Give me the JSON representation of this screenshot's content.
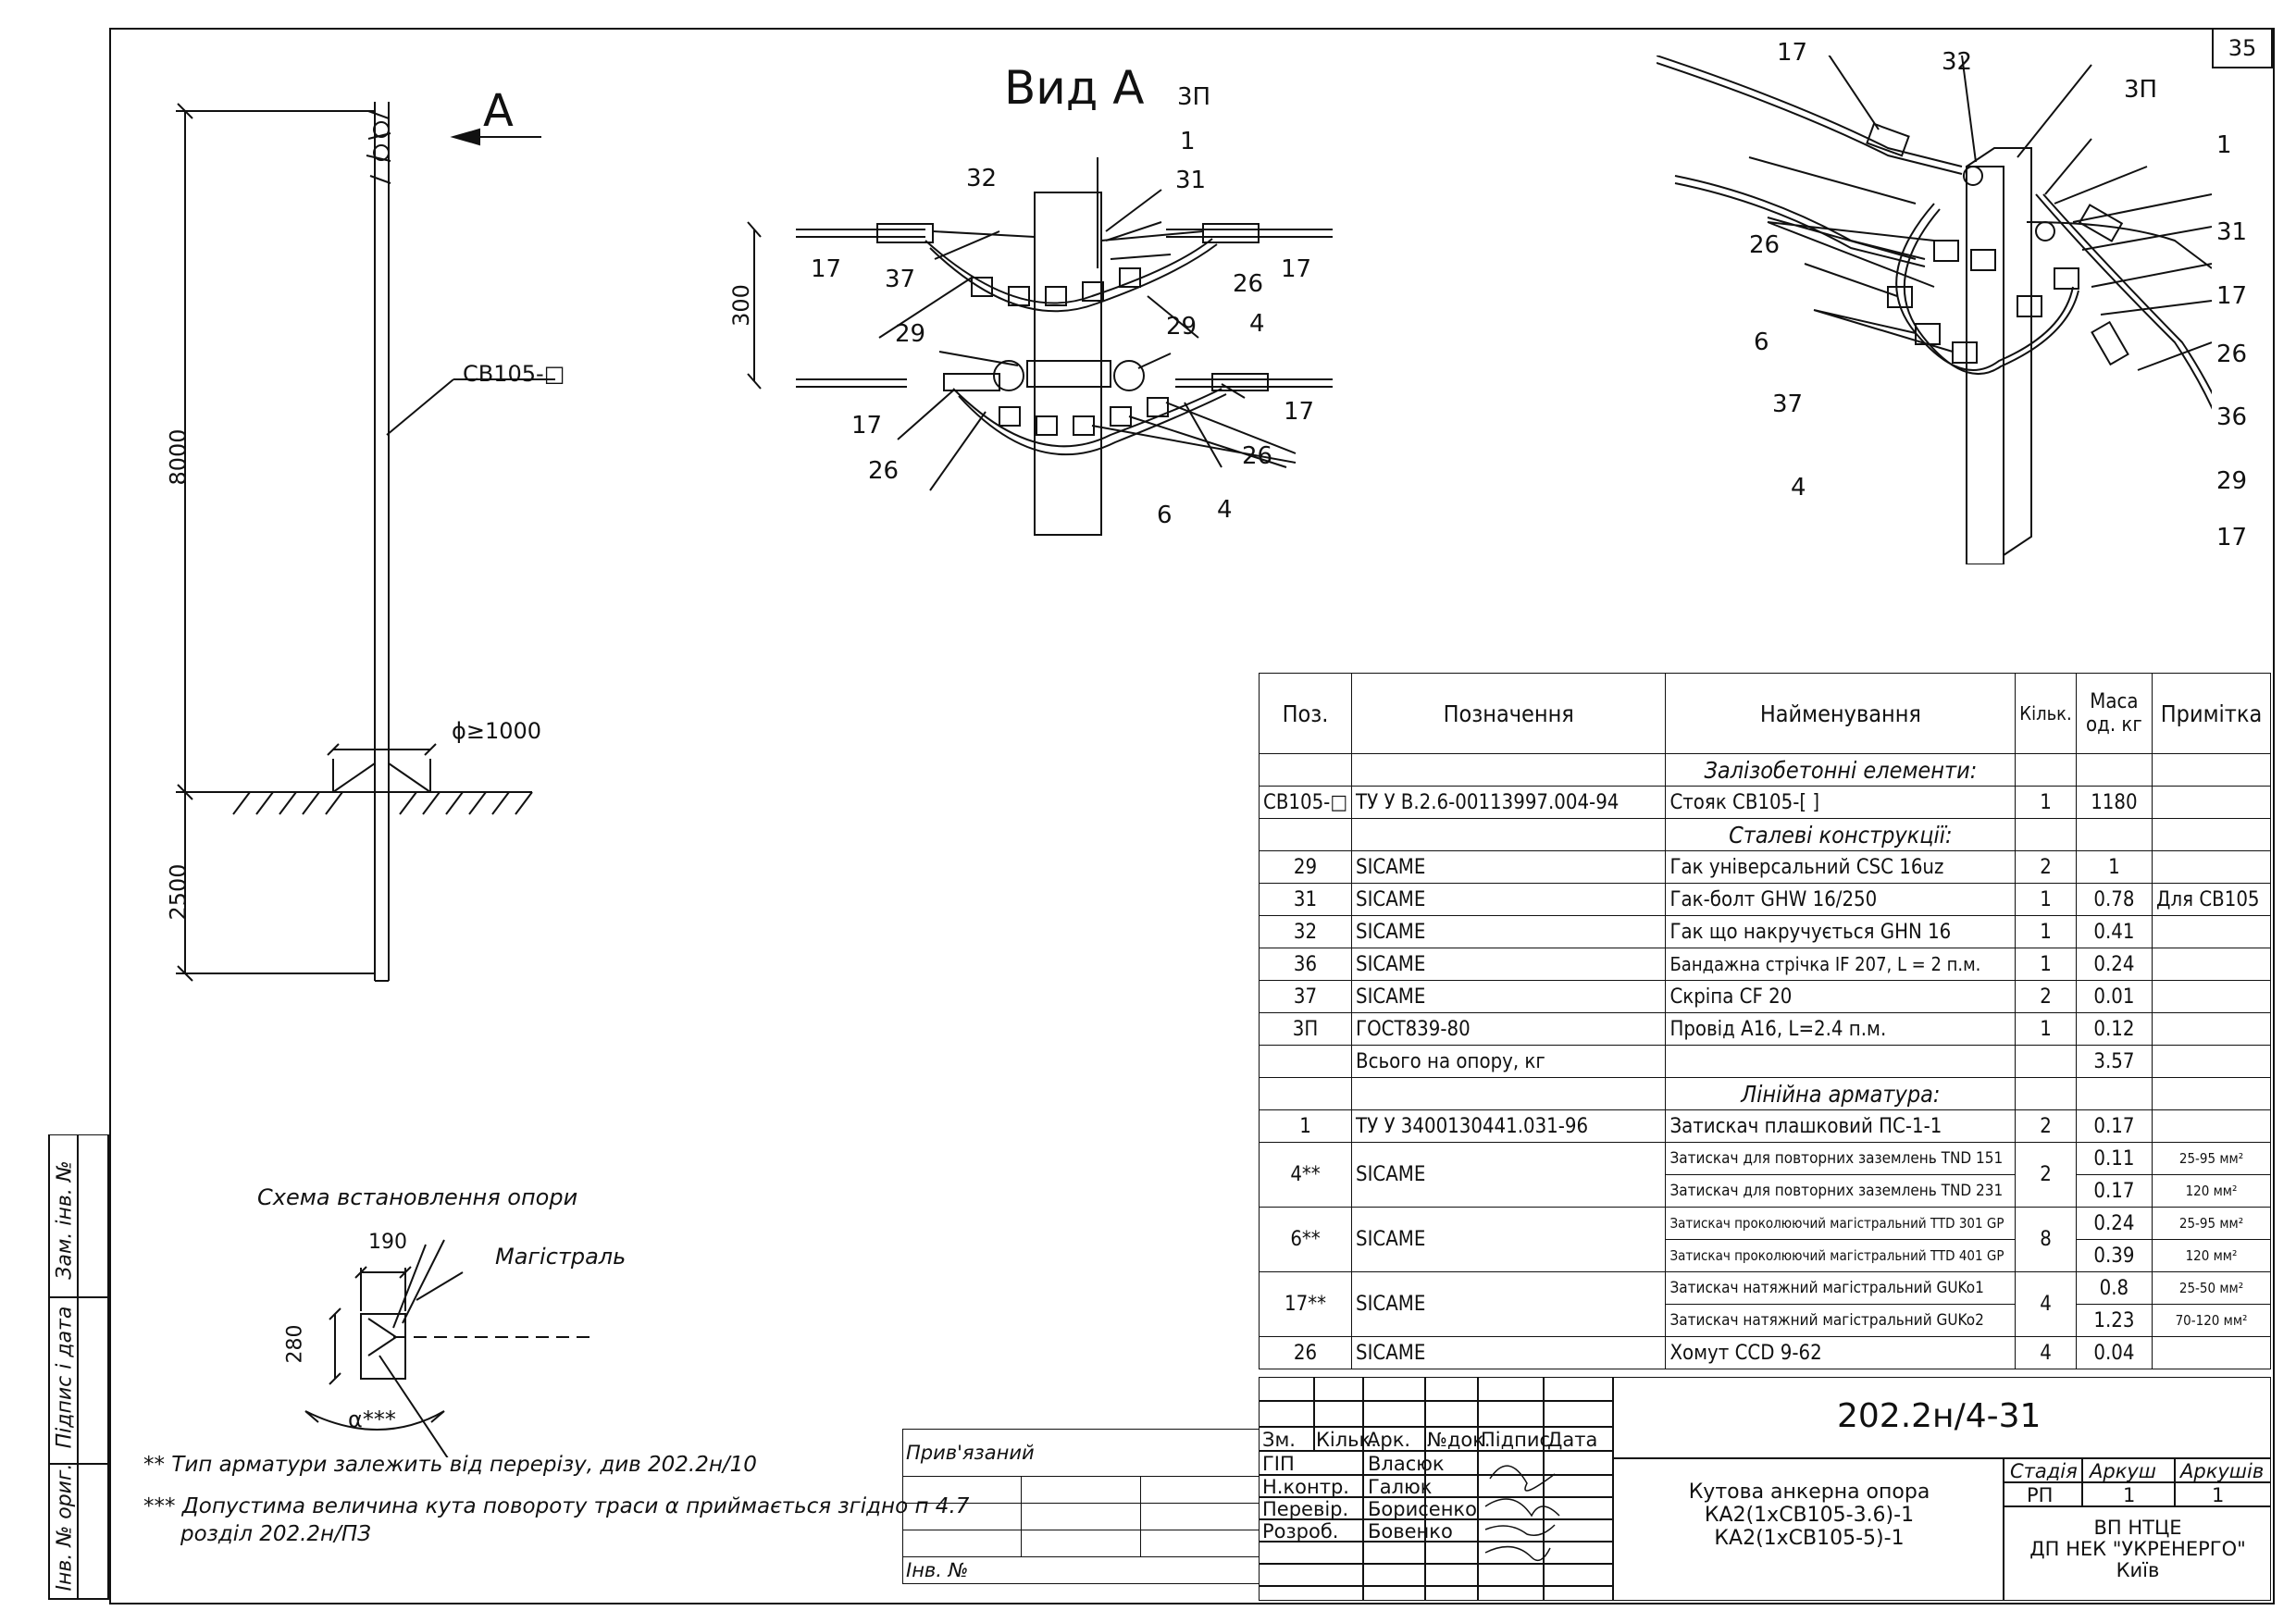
{
  "sheet_number": "35",
  "drawing": {
    "view_a_title": "Вид А",
    "arrow_label": "A",
    "pole_label": "СВ105-□",
    "dim_height": "8000",
    "dim_depth": "2500",
    "dim_diameter": "ϕ≥1000",
    "dim_spacing": "300"
  },
  "callouts": {
    "view_a": [
      "3П",
      "1",
      "31",
      "32",
      "17",
      "37",
      "26",
      "17",
      "29",
      "29",
      "4",
      "17",
      "17",
      "26",
      "26",
      "6",
      "4"
    ],
    "iso": [
      "17",
      "32",
      "3П",
      "1",
      "31",
      "26",
      "17",
      "6",
      "26",
      "37",
      "36",
      "4",
      "29",
      "17"
    ]
  },
  "scheme": {
    "title": "Схема встановлення опори",
    "magistral": "Магістраль",
    "dim_190": "190",
    "dim_280": "280",
    "angle": "α***"
  },
  "notes": [
    "** Тип арматури залежить від перерізу, див 202.2н/10",
    "*** Допустима величина кута повороту траси α приймається згідно п 4.7",
    "розділ 202.2н/ПЗ"
  ],
  "side_stamp": [
    "Інв. № ориг.",
    "Підпис і дата",
    "Зам. інв. №"
  ],
  "spec": {
    "headers": [
      "Поз.",
      "Позначення",
      "Найменування",
      "Кільк.",
      "Маса од. кг",
      "Примітка"
    ],
    "sections": {
      "s1": "Залізобетонні елементи:",
      "s2": "Сталеві конструкції:",
      "s3": "Лінійна арматура:"
    },
    "rows": {
      "r1": [
        "СВ105-□",
        "ТУ У В.2.6-00113997.004-94",
        "Стояк СВ105-[    ]",
        "1",
        "1180",
        ""
      ],
      "r2": [
        "29",
        "SICAME",
        "Гак універсальний CSC 16uz",
        "2",
        "1",
        ""
      ],
      "r3": [
        "31",
        "SICAME",
        "Гак-болт GHW 16/250",
        "1",
        "0.78",
        "Для СВ105"
      ],
      "r4": [
        "32",
        "SICAME",
        "Гак що накручується GHN 16",
        "1",
        "0.41",
        ""
      ],
      "r5": [
        "36",
        "SICAME",
        "Бандажна стрічка IF 207, L = 2 п.м.",
        "1",
        "0.24",
        ""
      ],
      "r6": [
        "37",
        "SICAME",
        "Скріпа CF 20",
        "2",
        "0.01",
        ""
      ],
      "r7": [
        "3П",
        "ГОСТ839-80",
        "Провід А16, L=2.4 п.м.",
        "1",
        "0.12",
        ""
      ],
      "r8": [
        "",
        "Всього на опору, кг",
        "",
        "",
        "3.57",
        ""
      ],
      "r9": [
        "1",
        "ТУ У 3400130441.031-96",
        "Затискач плашковий ПС-1-1",
        "2",
        "0.17",
        ""
      ],
      "r10a": [
        "4**",
        "SICAME",
        "Затискач для повторних заземлень TND 151",
        "2",
        "0.11",
        "25-95 мм²"
      ],
      "r10b": [
        "Затискач для повторних заземлень TND 231",
        "0.17",
        "120 мм²"
      ],
      "r11a": [
        "6**",
        "SICAME",
        "Затискач проколюючий магістральний TTD 301 GP",
        "8",
        "0.24",
        "25-95 мм²"
      ],
      "r11b": [
        "Затискач проколюючий магістральний TTD 401 GP",
        "0.39",
        "120 мм²"
      ],
      "r12a": [
        "17**",
        "SICAME",
        "Затискач натяжний магістральний GUKo1",
        "4",
        "0.8",
        "25-50 мм²"
      ],
      "r12b": [
        "Затискач натяжний магістральний GUKo2",
        "1.23",
        "70-120 мм²"
      ],
      "r13": [
        "26",
        "SICAME",
        "Хомут CCD 9-62",
        "4",
        "0.04",
        ""
      ]
    }
  },
  "title_block": {
    "code": "202.2н/4-31",
    "bound": "Прив'язаний",
    "inv": "Інв. №",
    "change_headers": [
      "Зм.",
      "Кільк.",
      "Арк.",
      "№док.",
      "Підпис",
      "Дата"
    ],
    "roles": [
      {
        "role": "ГІП",
        "name": "Власюк"
      },
      {
        "role": "Н.контр.",
        "name": "Галюк"
      },
      {
        "role": "Перевір.",
        "name": "Борисенко"
      },
      {
        "role": "Розроб.",
        "name": "Бовенко"
      }
    ],
    "description": [
      "Кутова анкерна опора",
      "КА2(1хСВ105-3.6)-1",
      "КА2(1хСВ105-5)-1"
    ],
    "stage_headers": [
      "Стадія",
      "Аркуш",
      "Аркушів"
    ],
    "stage_values": [
      "РП",
      "1",
      "1"
    ],
    "org": [
      "ВП НТЦЕ",
      "ДП НЕК \"УКРЕНЕРГО\"",
      "Київ"
    ]
  }
}
